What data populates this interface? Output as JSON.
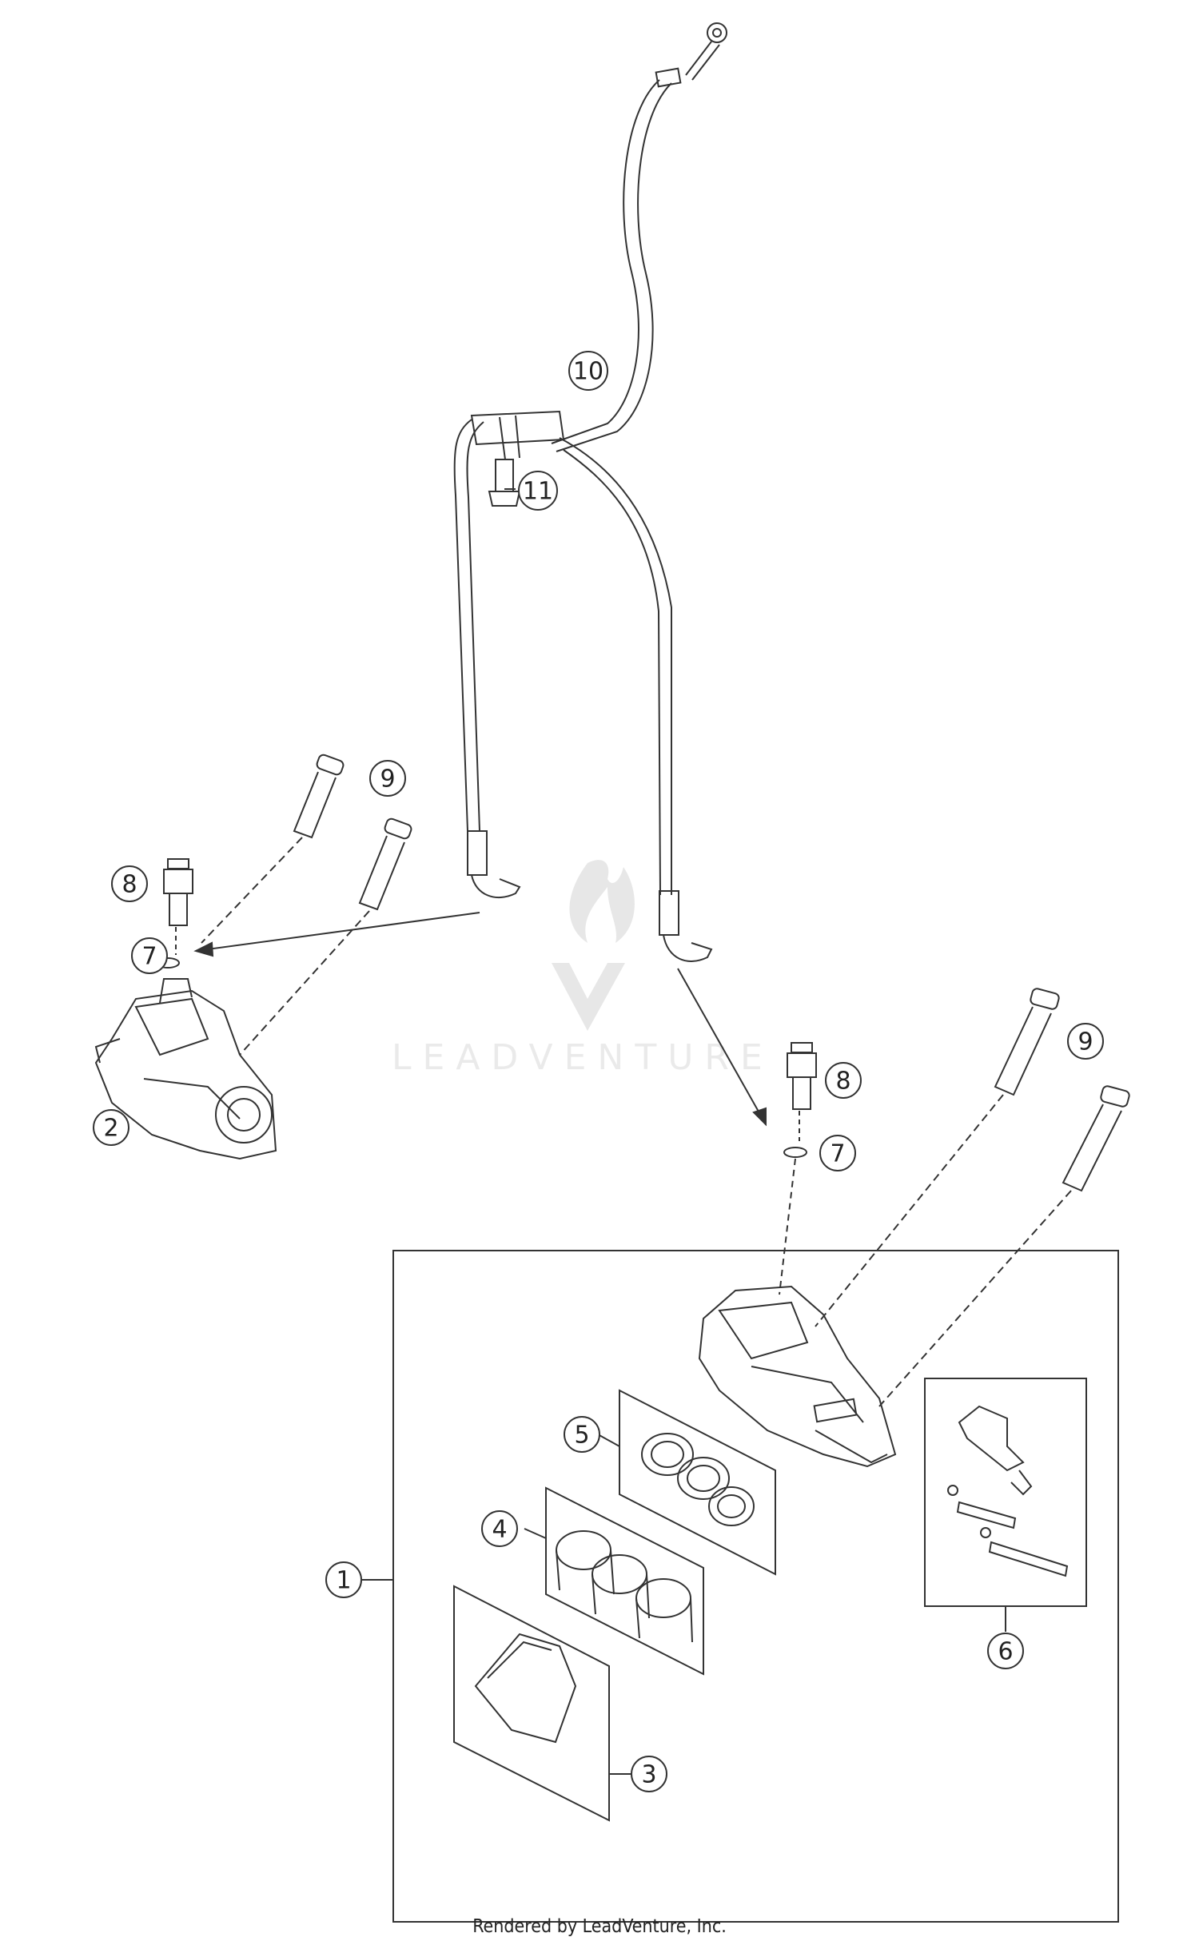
{
  "callouts": [
    {
      "id": "1",
      "label": "1"
    },
    {
      "id": "2",
      "label": "2"
    },
    {
      "id": "3",
      "label": "3"
    },
    {
      "id": "4",
      "label": "4"
    },
    {
      "id": "5",
      "label": "5"
    },
    {
      "id": "6",
      "label": "6"
    },
    {
      "id": "7a",
      "label": "7"
    },
    {
      "id": "7b",
      "label": "7"
    },
    {
      "id": "8a",
      "label": "8"
    },
    {
      "id": "8b",
      "label": "8"
    },
    {
      "id": "9a",
      "label": "9"
    },
    {
      "id": "9b",
      "label": "9"
    },
    {
      "id": "10",
      "label": "10"
    },
    {
      "id": "11",
      "label": "11"
    }
  ],
  "watermark": {
    "text": "LEADVENTURE"
  },
  "footer": {
    "text": "Rendered by LeadVenture, Inc."
  }
}
